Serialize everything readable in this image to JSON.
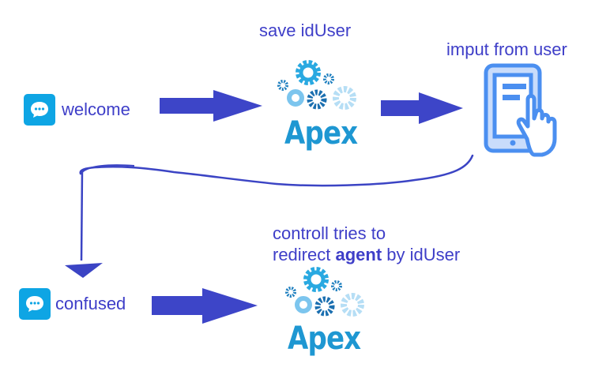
{
  "nodes": {
    "welcome": {
      "label": "welcome",
      "icon": "chat-bubble-icon"
    },
    "save_apex": {
      "caption": "save idUser",
      "logo_text": "Apex"
    },
    "input": {
      "caption": "imput from user",
      "icon": "tablet-touch-icon"
    },
    "confused": {
      "label": "confused",
      "icon": "chat-bubble-icon"
    },
    "redirect_apex": {
      "caption_line1": "controll tries to",
      "caption_line2_pre": "redirect ",
      "caption_line2_bold": "agent",
      "caption_line2_post": " by idUser",
      "logo_text": "Apex"
    }
  },
  "colors": {
    "arrow": "#3d45c8",
    "text": "#3e3ec8",
    "chat_icon": "#0ea5e4",
    "apex_text": "#1e97d2",
    "tablet": "#4b8ff0",
    "hand_drawn_line": "#3b44c4"
  }
}
